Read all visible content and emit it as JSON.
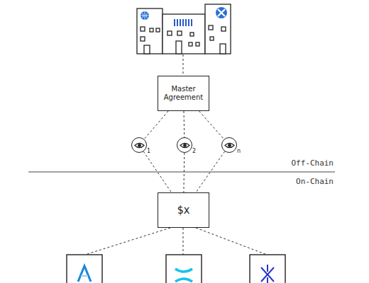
{
  "diagram": {
    "nodes": [
      {
        "text": [
          "Master Agreement"
        ]
      },
      {
        "text": [
          "1"
        ]
      },
      {
        "text": [
          "2"
        ]
      },
      {
        "text": [
          "n"
        ]
      },
      {
        "text": [
          "$x"
        ]
      }
    ],
    "edges": [
      {
        "from": 0,
        "to": 1,
        "arrow": "none"
      },
      {
        "from": 0,
        "to": 2,
        "arrow": "none"
      },
      {
        "from": 0,
        "to": 3,
        "arrow": "none"
      },
      {
        "from": 1,
        "to": 4,
        "arrow": "none"
      },
      {
        "from": 2,
        "to": 4,
        "arrow": "none"
      },
      {
        "from": 3,
        "to": 4,
        "arrow": "none"
      }
    ],
    "labels": [
      "Off-Chain",
      "On-Chain"
    ]
  }
}
